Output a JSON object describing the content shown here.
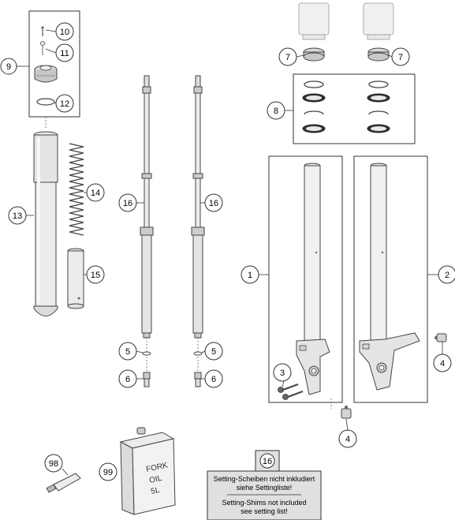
{
  "callouts": {
    "c1": "1",
    "c2": "2",
    "c3": "3",
    "c4a": "4",
    "c4b": "4",
    "c5a": "5",
    "c5b": "5",
    "c6a": "6",
    "c6b": "6",
    "c7a": "7",
    "c7b": "7",
    "c8": "8",
    "c9": "9",
    "c10": "10",
    "c11": "11",
    "c12": "12",
    "c13": "13",
    "c14": "14",
    "c15": "15",
    "c16a": "16",
    "c16b": "16",
    "c98": "98",
    "c99": "99"
  },
  "note": {
    "number": "16",
    "german_line1": "Setting-Scheiben nicht inkludiert",
    "german_line2": "siehe Settingliste!",
    "english_line1": "Setting-Shims not included",
    "english_line2": "see setting list!"
  },
  "oil_can": {
    "line1": "FORK",
    "line2": "OIL",
    "line3": "5L"
  }
}
